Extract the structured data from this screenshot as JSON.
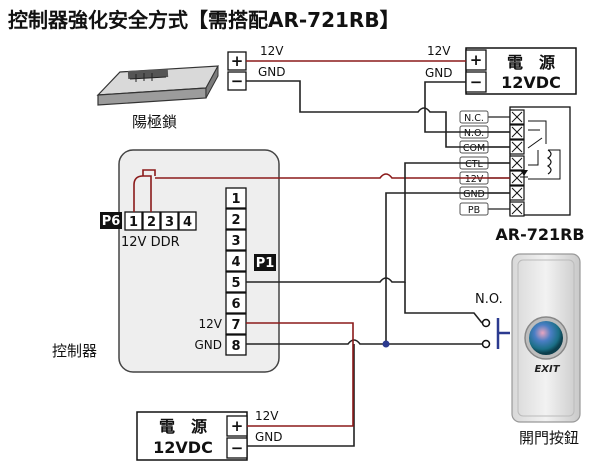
{
  "title": "控制器強化安全方式【需搭配AR-721RB】",
  "psu_top": {
    "line1": "電　源",
    "line2": "12VDC",
    "plus": "+",
    "minus": "−"
  },
  "psu_bottom": {
    "line1": "電　源",
    "line2": "12VDC",
    "plus": "+",
    "minus": "−"
  },
  "wire_labels": {
    "v12_lock": "12V",
    "gnd_lock": "GND",
    "v12_psu_top": "12V",
    "gnd_psu_top": "GND",
    "v12_psu_bottom": "12V",
    "gnd_psu_bottom": "GND",
    "no_button": "N.O."
  },
  "lock": {
    "label": "陽極鎖",
    "plus": "+",
    "minus": "−"
  },
  "controller": {
    "label": "控制器",
    "p6_tag": "P6",
    "p6_pins": [
      "1",
      "2",
      "3",
      "4"
    ],
    "ddr_label": "12V DDR",
    "p1_tag": "P1",
    "p1_pins": [
      "1",
      "2",
      "3",
      "4",
      "5",
      "6",
      "7",
      "8"
    ],
    "pin7_label": "12V",
    "pin8_label": "GND"
  },
  "relay": {
    "label": "AR-721RB",
    "terminals": [
      "N.C.",
      "N.O.",
      "COM",
      "CTL",
      "12V",
      "GND",
      "PB"
    ]
  },
  "exit_button": {
    "label": "開門按鈕",
    "text": "EXIT"
  },
  "colors": {
    "power": "#8b1a1a",
    "signal": "#222222",
    "node": "#2b3a8f",
    "panel": "#eeeeee"
  }
}
